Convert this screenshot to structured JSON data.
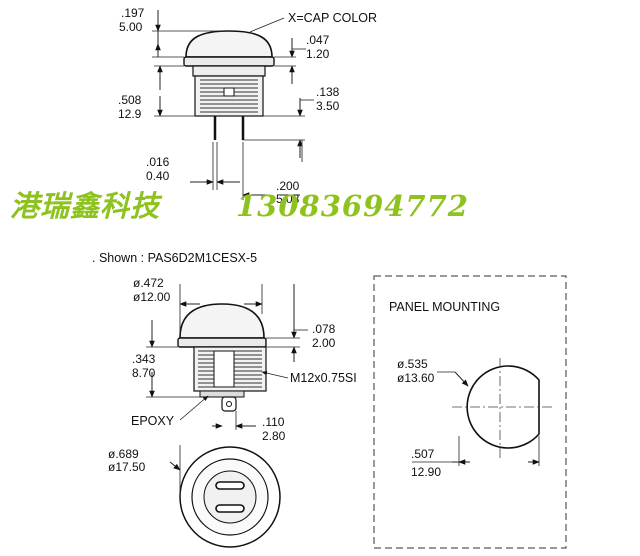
{
  "top_view": {
    "cap_height": {
      "in": ".197",
      "mm": "5.00"
    },
    "cap_label": "X=CAP COLOR",
    "bezel": {
      "in": ".047",
      "mm": "1.20"
    },
    "body_height": {
      "in": ".508",
      "mm": "12.9"
    },
    "terminal": {
      "in": ".138",
      "mm": "3.50"
    },
    "pin_width": {
      "in": ".016",
      "mm": "0.40"
    },
    "pin_pitch": {
      "in": ".200",
      "mm": "5.08"
    }
  },
  "watermark": {
    "company": "港瑞鑫科技",
    "phone": "13083694772"
  },
  "model": {
    "shown": ". Shown : PAS6D2M1CESX-5"
  },
  "side_view": {
    "cap_dia": {
      "in": "ø.472",
      "mm": "ø12.00"
    },
    "cap_h": {
      "in": ".078",
      "mm": "2.00"
    },
    "body_h": {
      "in": ".343",
      "mm": "8.70"
    },
    "thread": "M12x0.75SI",
    "epoxy": "EPOXY",
    "pin_len": {
      "in": ".110",
      "mm": "2.80"
    },
    "nut_dia": {
      "in": "ø.689",
      "mm": "ø17.50"
    }
  },
  "panel": {
    "title": "PANEL MOUNTING",
    "hole_dia": {
      "in": "ø.535",
      "mm": "ø13.60"
    },
    "flat": {
      "in": ".507",
      "mm": "12.90"
    }
  }
}
